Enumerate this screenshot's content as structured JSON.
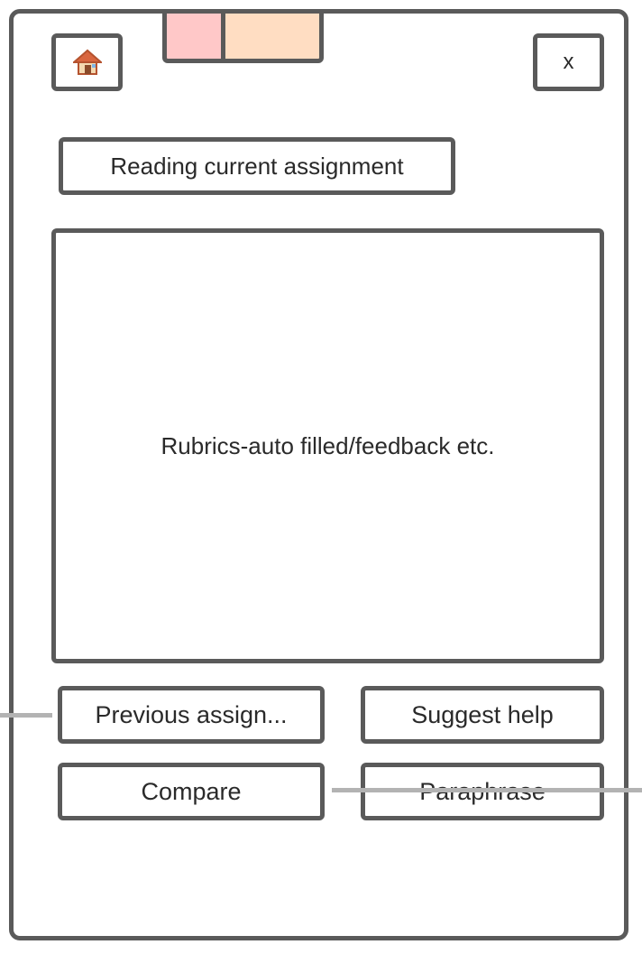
{
  "header": {
    "home_icon": "home-icon",
    "close_label": "x",
    "tab_colors": [
      "#ffc8c8",
      "#ffddc2"
    ]
  },
  "status": {
    "title": "Reading current assignment"
  },
  "main": {
    "content_text": "Rubrics-auto filled/feedback etc."
  },
  "actions": {
    "previous_label": "Previous assign...",
    "suggest_label": "Suggest help",
    "compare_label": "Compare",
    "paraphrase_label": "Paraphrase"
  }
}
